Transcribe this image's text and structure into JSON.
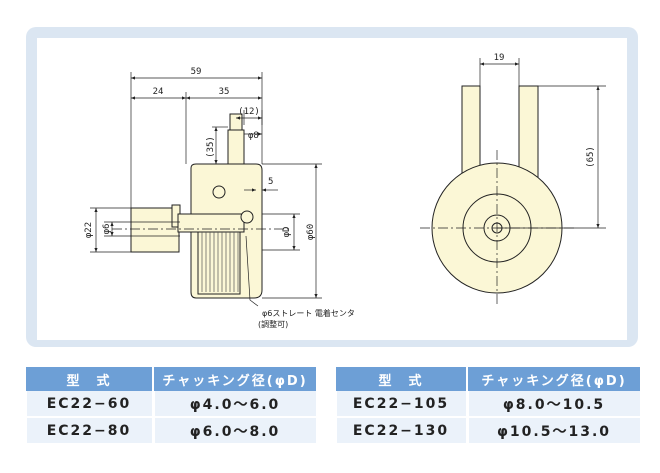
{
  "dimensions": {
    "d59": "59",
    "d24": "24",
    "d35": "35",
    "d12": "(12)",
    "d8": "φ8",
    "d35v": "(35)",
    "d5": "5",
    "d22": "φ22",
    "d6": "φ6",
    "dD": "φD",
    "d60": "φ60",
    "d19": "19",
    "d65": "(65)"
  },
  "callout": {
    "line1": "φ6ストレート 電着センタ",
    "line2": "(調整可)"
  },
  "colors": {
    "body_fill": "#fbf7d6",
    "panel_bg": "#dbe6f2",
    "header_bg": "#6d9fd6",
    "row_bg": "#ebf2fa"
  },
  "tables": {
    "headers": {
      "model": "型　式",
      "range": "チャッキング径(φD)"
    },
    "left": [
      {
        "model": "EC22−60",
        "range": "φ4.0〜6.0"
      },
      {
        "model": "EC22−80",
        "range": "φ6.0〜8.0"
      }
    ],
    "right": [
      {
        "model": "EC22−105",
        "range": "φ8.0〜10.5"
      },
      {
        "model": "EC22−130",
        "range": "φ10.5〜13.0"
      }
    ]
  }
}
